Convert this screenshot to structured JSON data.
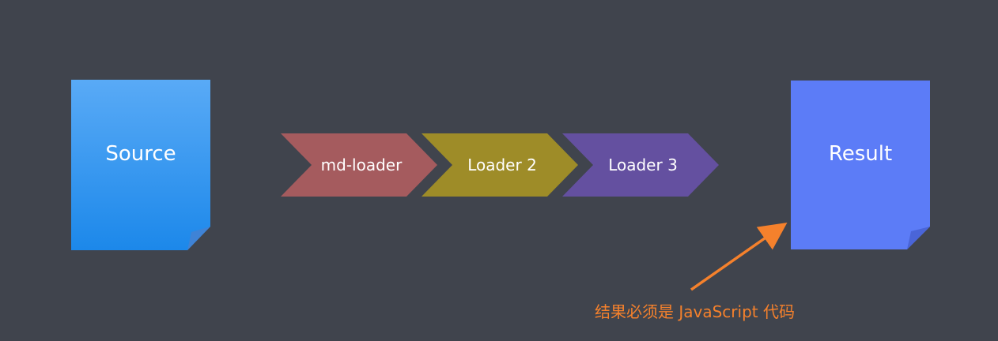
{
  "source": {
    "label": "Source",
    "color_top": "#59aaf6",
    "color_bottom": "#1c88ea",
    "fold_color": "#3f83d6"
  },
  "result": {
    "label": "Result",
    "color": "#5c7cf7",
    "fold_color": "#4a65d8"
  },
  "loaders": [
    {
      "label": "md-loader",
      "color": "#a55b5e"
    },
    {
      "label": "Loader 2",
      "color": "#9e8c28"
    },
    {
      "label": "Loader 3",
      "color": "#6450a0"
    }
  ],
  "annotation": {
    "text": "结果必须是 JavaScript 代码",
    "color": "#f5812c",
    "icon": "arrow-icon"
  }
}
